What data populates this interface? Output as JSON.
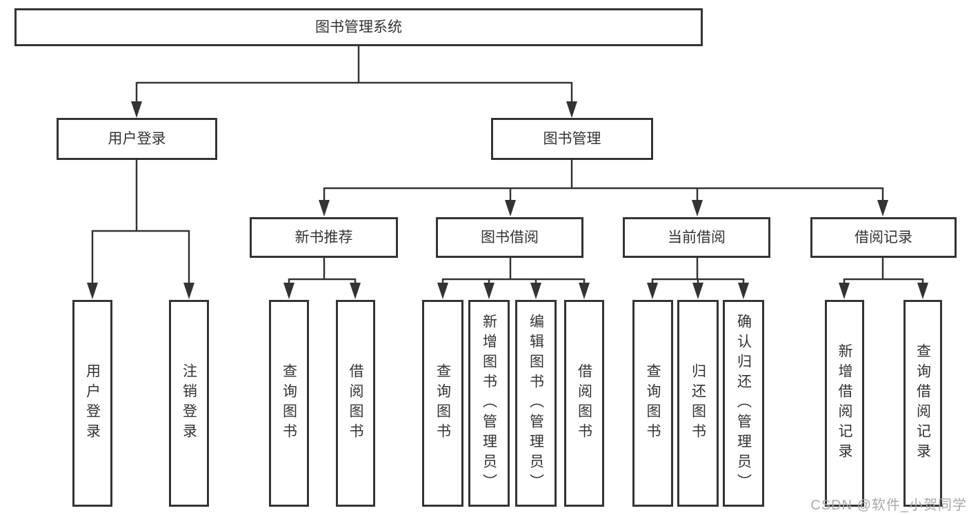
{
  "diagram_type": "function-decomposition-tree",
  "colors": {
    "line": "#333333",
    "box_border": "#333333",
    "box_fill": "#ffffff",
    "text": "#333333",
    "watermark": "#a9a9a9"
  },
  "watermark": {
    "text": "CSDN @软件_小贺同学"
  },
  "tree": {
    "label": "图书管理系统",
    "children": [
      {
        "label": "用户登录",
        "children": [
          {
            "label": "用户登录"
          },
          {
            "label": "注销登录"
          }
        ]
      },
      {
        "label": "图书管理",
        "children": [
          {
            "label": "新书推荐",
            "children": [
              {
                "label": "查询图书"
              },
              {
                "label": "借阅图书"
              }
            ]
          },
          {
            "label": "图书借阅",
            "children": [
              {
                "label": "查询图书"
              },
              {
                "label": "新增图书（管理员）"
              },
              {
                "label": "编辑图书（管理员）"
              },
              {
                "label": "借阅图书"
              }
            ]
          },
          {
            "label": "当前借阅",
            "children": [
              {
                "label": "查询图书"
              },
              {
                "label": "归还图书"
              },
              {
                "label": "确认归还（管理员）"
              }
            ]
          },
          {
            "label": "借阅记录",
            "children": [
              {
                "label": "新增借阅记录"
              },
              {
                "label": "查询借阅记录"
              }
            ]
          }
        ]
      }
    ]
  }
}
